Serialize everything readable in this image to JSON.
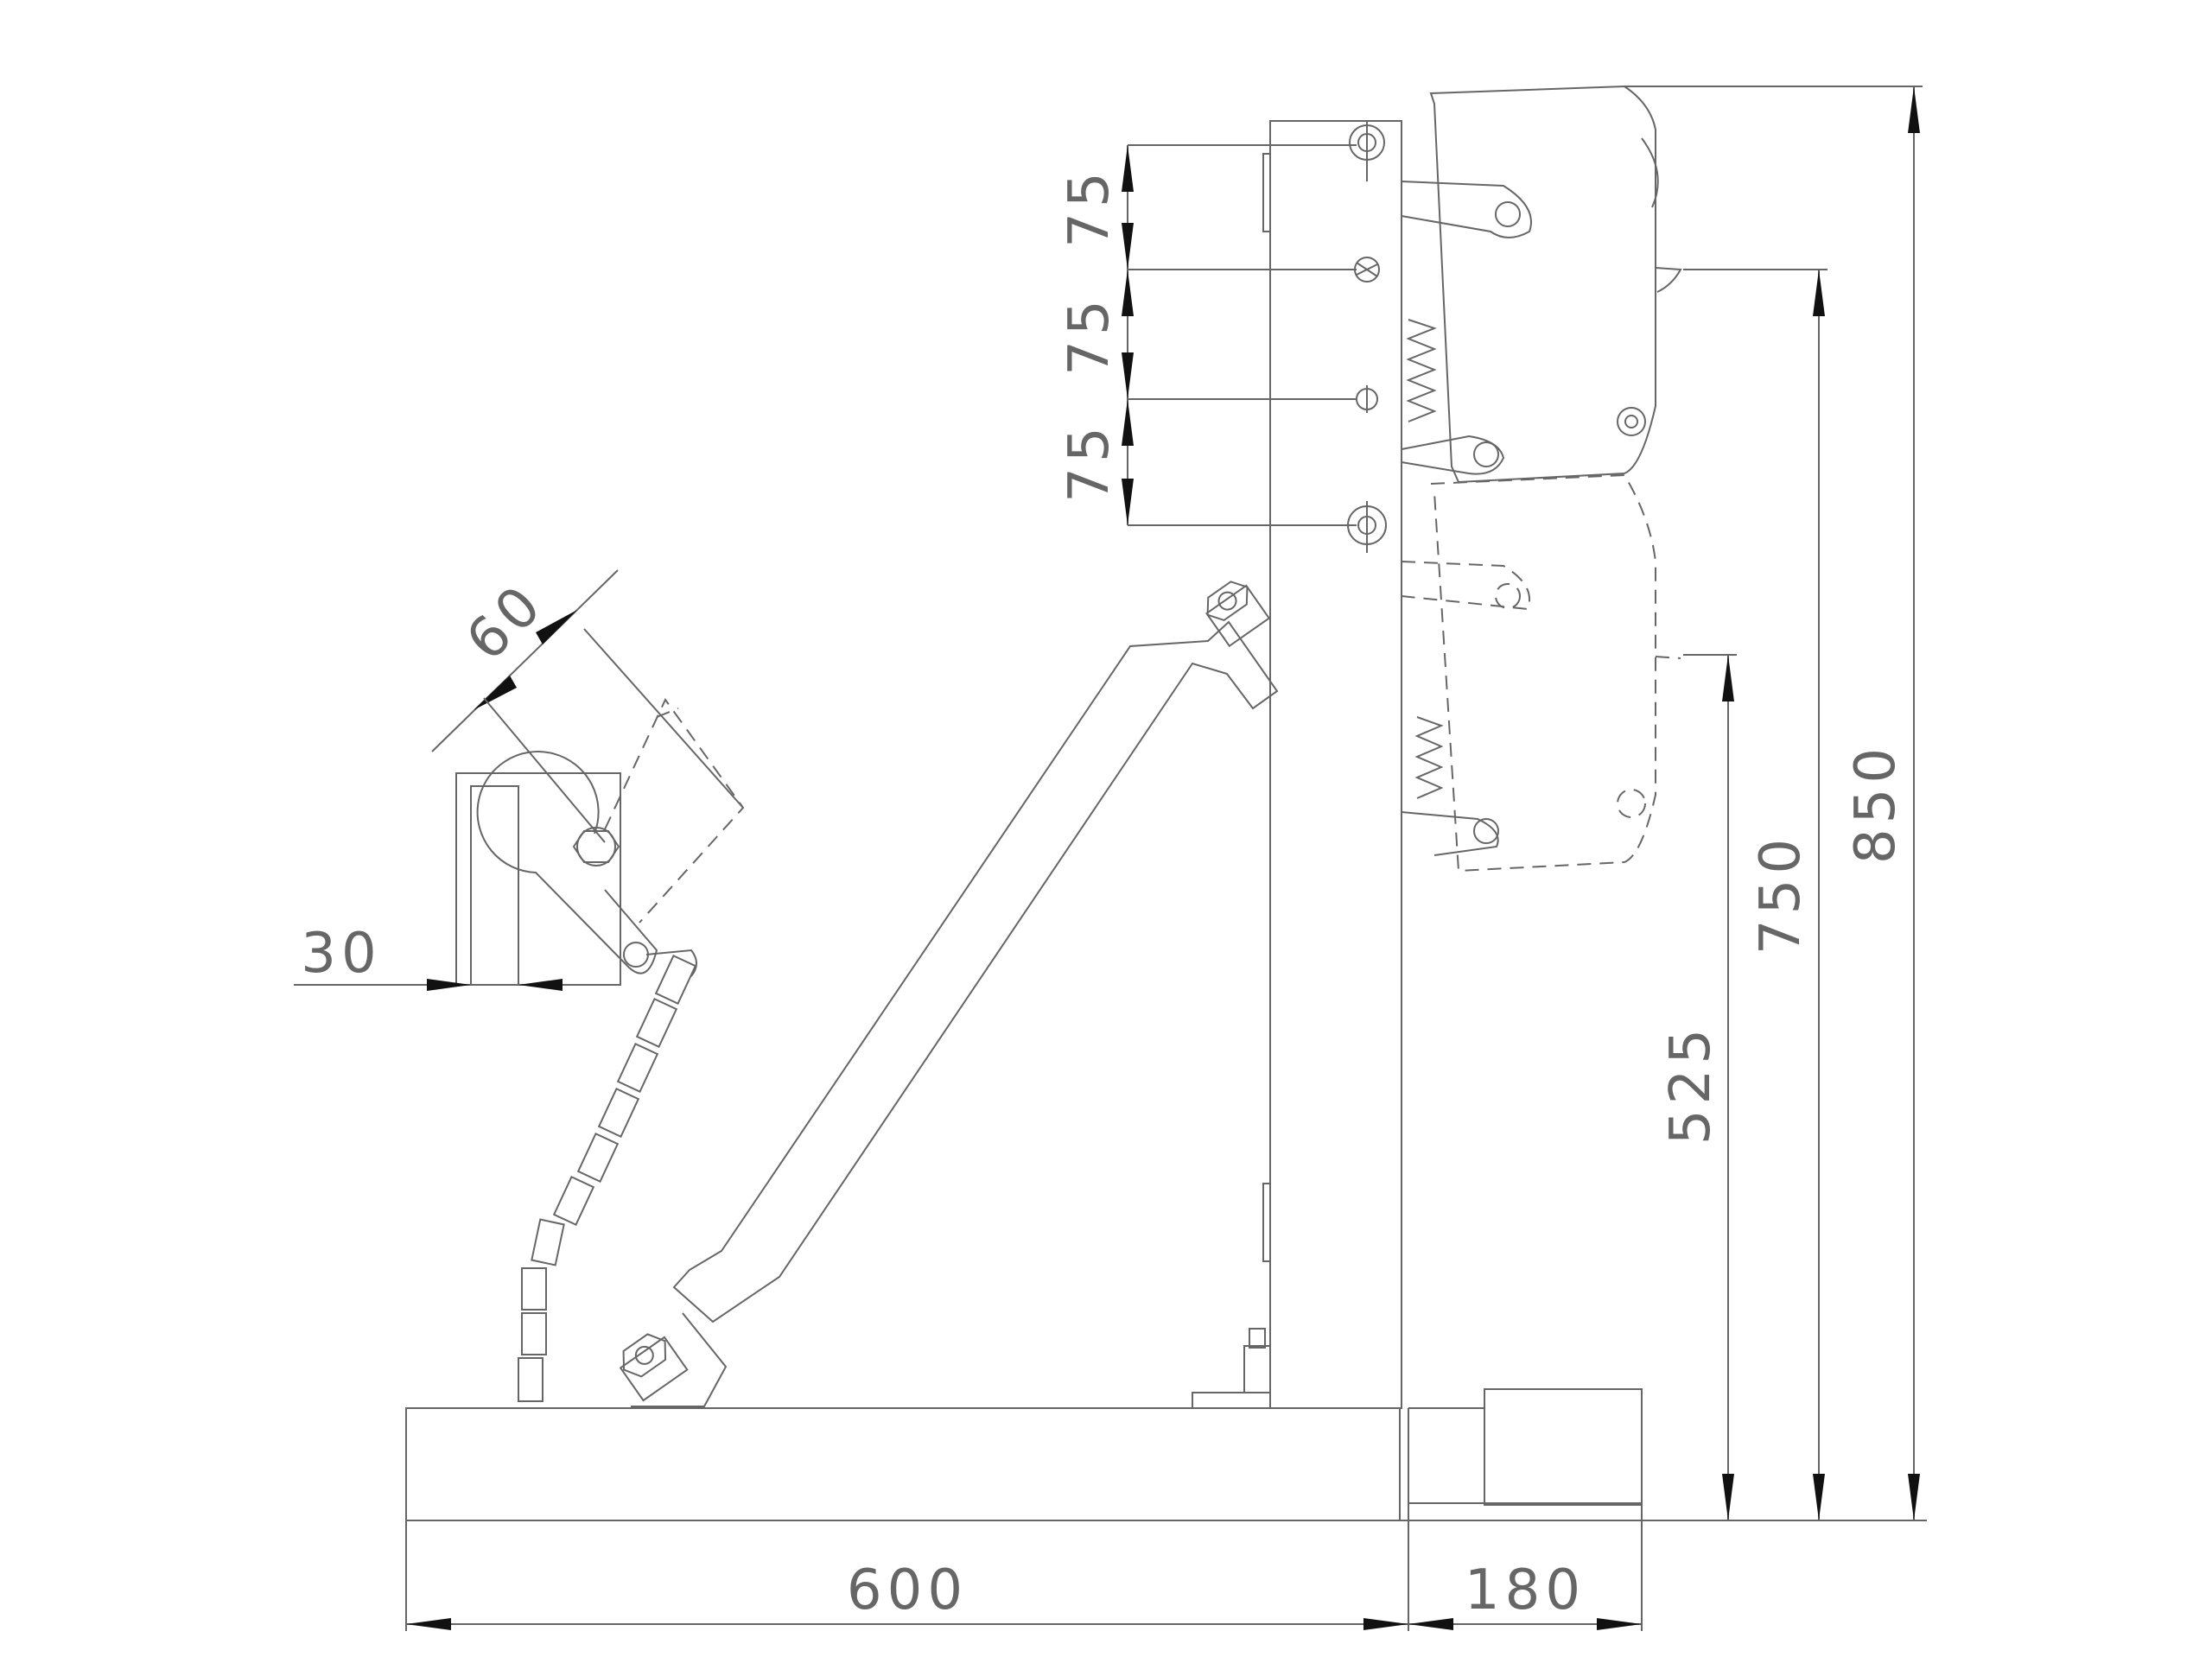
{
  "drawing": {
    "vertical_spacing_1": "75",
    "vertical_spacing_2": "75",
    "vertical_spacing_3": "75",
    "bracket_offset": "60",
    "clamp_width": "30",
    "base_length": "600",
    "foot_length": "180",
    "height_low": "525",
    "height_mid": "750",
    "height_overall": "850"
  }
}
